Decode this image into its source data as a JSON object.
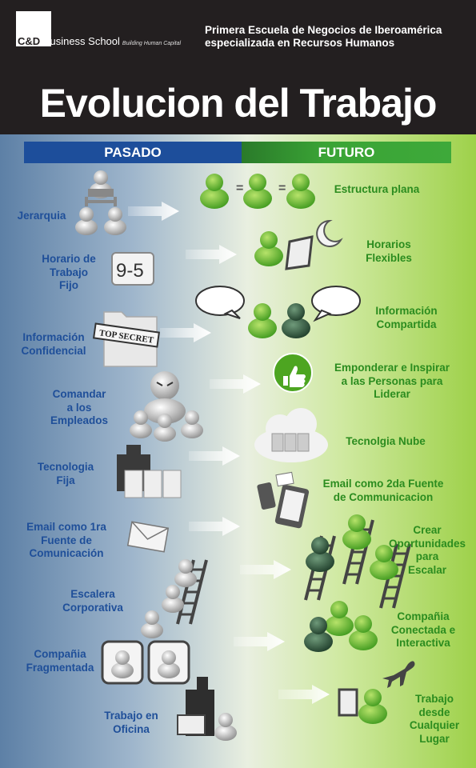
{
  "header": {
    "logo_mark": "C&D",
    "logo_name": "Business School",
    "logo_tagline": "Building Human Capital",
    "subtitle_line1": "Primera Escuela de Negocios de Iberoamérica",
    "subtitle_line2": "especializada en Recursos Humanos",
    "title": "Evolucion del Trabajo"
  },
  "columns": {
    "past": "PASADO",
    "future": "FUTURO"
  },
  "icon_texts": {
    "nine_to_five": "9-5",
    "top_secret": "TOP SECRET",
    "equals": "="
  },
  "colors": {
    "past_blue": "#1d4e9b",
    "future_green": "#3ea93a",
    "header_bg": "#231f20"
  },
  "rows": [
    {
      "past": [
        "Jerarquia"
      ],
      "future": [
        "Estructura plana"
      ],
      "past_icon": "hierarchy-icon",
      "future_icon": "flat-structure-icon"
    },
    {
      "past": [
        "Horario de",
        "Trabajo",
        "Fijo"
      ],
      "future": [
        "Horarios",
        "Flexibles"
      ],
      "past_icon": "clock-9-5-icon",
      "future_icon": "laptop-moon-icon"
    },
    {
      "past": [
        "Información",
        "Confidencial"
      ],
      "future": [
        "Información",
        "Compartida"
      ],
      "past_icon": "top-secret-folder-icon",
      "future_icon": "speech-bubbles-icon"
    },
    {
      "past": [
        "Comandar",
        "a los",
        "Empleados"
      ],
      "future": [
        "Emponderar e Inspirar",
        "a las Personas para",
        "Liderar"
      ],
      "past_icon": "angry-boss-icon",
      "future_icon": "thumbs-up-icon"
    },
    {
      "past": [
        "Tecnologia",
        "Fija"
      ],
      "future": [
        "Tecnolgia Nube"
      ],
      "past_icon": "server-building-icon",
      "future_icon": "cloud-server-icon"
    },
    {
      "past": [
        "Email como 1ra",
        "Fuente de",
        "Comunicación"
      ],
      "future": [
        "Email como 2da Fuente",
        "de Communicacion"
      ],
      "past_icon": "envelope-icon",
      "future_icon": "mobile-devices-icon"
    },
    {
      "past": [
        "Escalera",
        "Corporativa"
      ],
      "future": [
        "Crear",
        "Oportunidades",
        "para",
        "Escalar"
      ],
      "past_icon": "ladder-icon",
      "future_icon": "multi-ladder-icon"
    },
    {
      "past": [
        "Compañia",
        "Fragmentada"
      ],
      "future": [
        "Compañia",
        "Conectada e",
        "Interactiva"
      ],
      "past_icon": "separated-people-icon",
      "future_icon": "connected-people-icon"
    },
    {
      "past": [
        "Trabajo en",
        "Oficina"
      ],
      "future": [
        "Trabajo",
        "desde",
        "Cualquier",
        "Lugar"
      ],
      "past_icon": "office-icon",
      "future_icon": "airplane-icon"
    }
  ]
}
